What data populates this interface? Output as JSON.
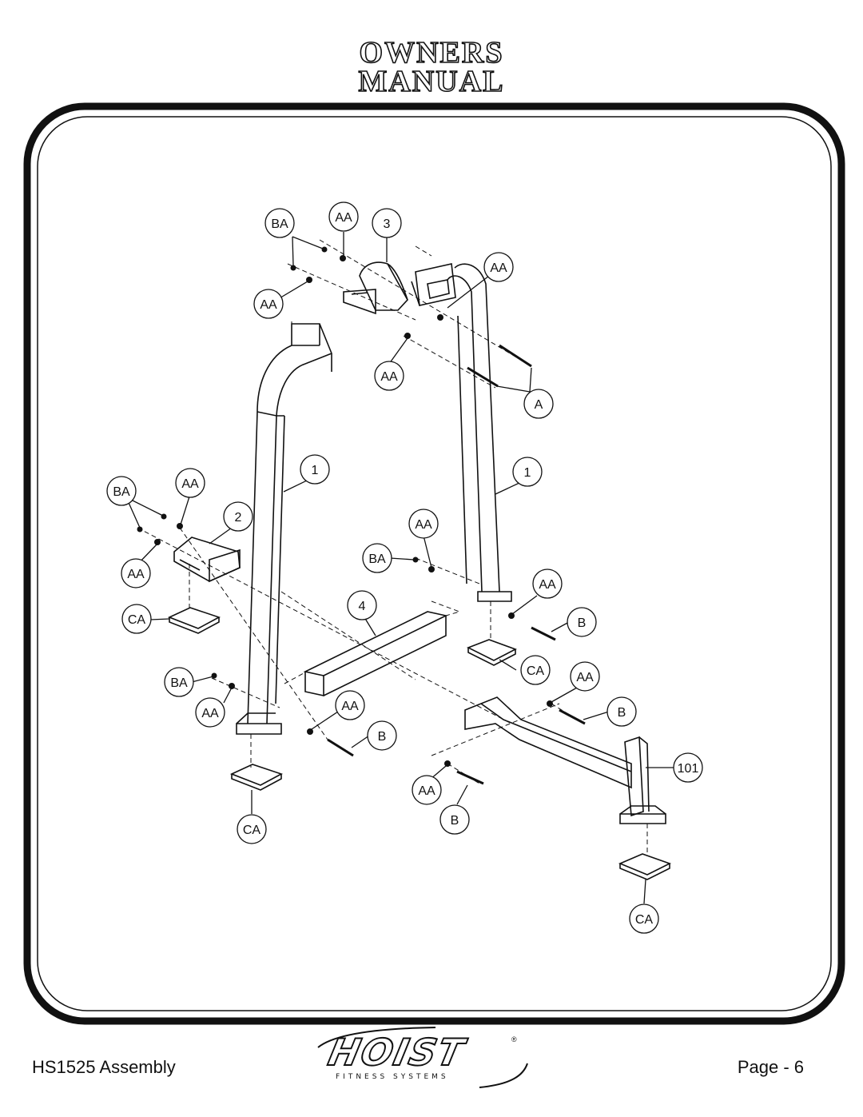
{
  "header": {
    "title_line1": "OWNERS",
    "title_line2": "MANUAL"
  },
  "diagram": {
    "callouts": [
      {
        "id": "ba-top",
        "label": "BA"
      },
      {
        "id": "aa-top",
        "label": "AA"
      },
      {
        "id": "part-3",
        "label": "3"
      },
      {
        "id": "aa-top-right",
        "label": "AA"
      },
      {
        "id": "aa-top-left",
        "label": "AA"
      },
      {
        "id": "aa-mid-top",
        "label": "AA"
      },
      {
        "id": "a-bolt",
        "label": "A"
      },
      {
        "id": "part-1-left",
        "label": "1"
      },
      {
        "id": "part-1-right",
        "label": "1"
      },
      {
        "id": "ba-left",
        "label": "BA"
      },
      {
        "id": "aa-left-top",
        "label": "AA"
      },
      {
        "id": "part-2",
        "label": "2"
      },
      {
        "id": "aa-left",
        "label": "AA"
      },
      {
        "id": "ca-left",
        "label": "CA"
      },
      {
        "id": "aa-center",
        "label": "AA"
      },
      {
        "id": "ba-center",
        "label": "BA"
      },
      {
        "id": "part-4",
        "label": "4"
      },
      {
        "id": "aa-right",
        "label": "AA"
      },
      {
        "id": "b-right",
        "label": "B"
      },
      {
        "id": "ca-right",
        "label": "CA"
      },
      {
        "id": "ba-lower",
        "label": "BA"
      },
      {
        "id": "aa-lower",
        "label": "AA"
      },
      {
        "id": "aa-lower-mid",
        "label": "AA"
      },
      {
        "id": "b-lower-mid",
        "label": "B"
      },
      {
        "id": "aa-lower-right",
        "label": "AA"
      },
      {
        "id": "b-lower-right",
        "label": "B"
      },
      {
        "id": "part-101",
        "label": "101"
      },
      {
        "id": "ca-bottom-left",
        "label": "CA"
      },
      {
        "id": "aa-bottom",
        "label": "AA"
      },
      {
        "id": "b-bottom",
        "label": "B"
      },
      {
        "id": "ca-bottom-right",
        "label": "CA"
      }
    ]
  },
  "footer": {
    "left_text": "HS1525 Assembly",
    "right_text": "Page - 6",
    "logo_word": "HOIST",
    "logo_sub": "FITNESS SYSTEMS",
    "logo_reg": "®"
  }
}
